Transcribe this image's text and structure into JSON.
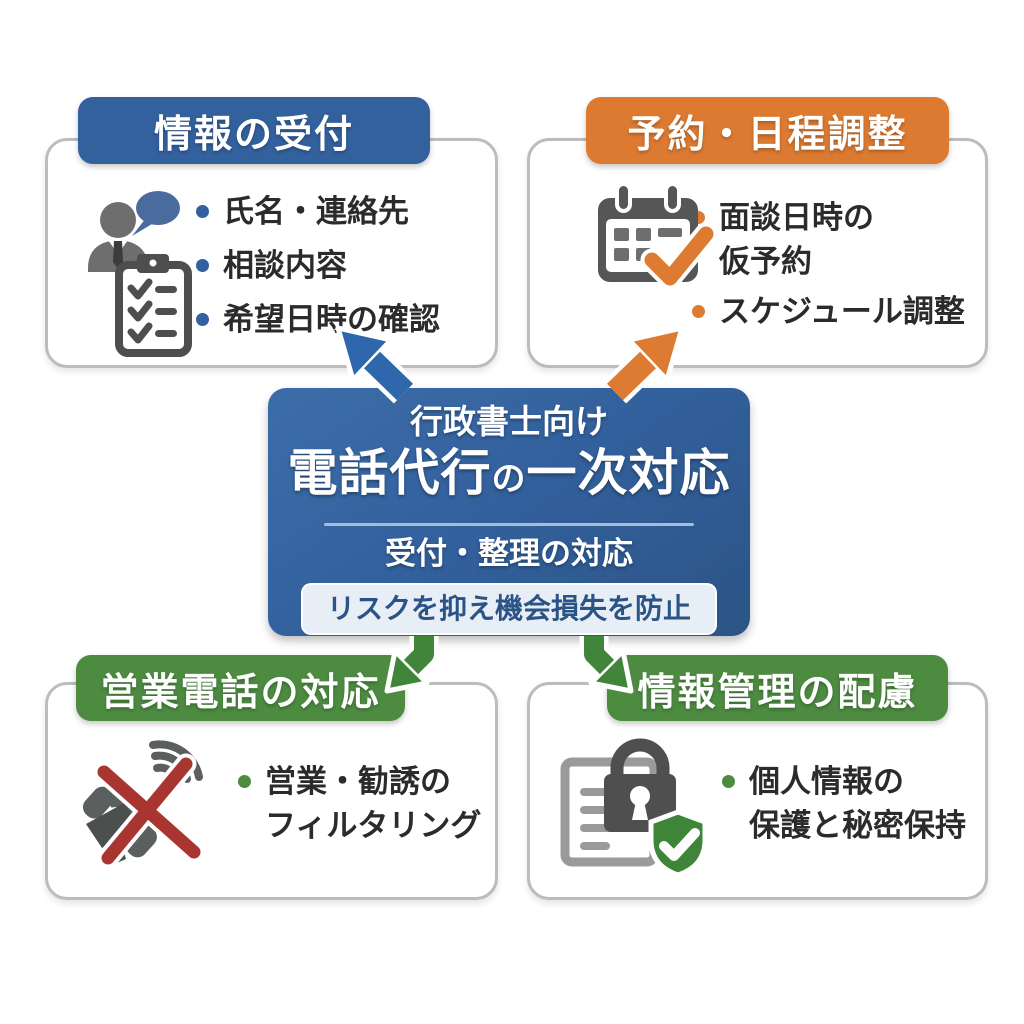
{
  "center": {
    "audience": "行政書士向け",
    "title_main": "電話代行",
    "title_particle": "の",
    "title_tail": "一次対応",
    "subtitle": "受付・整理の対応",
    "badge": "リスクを抑え機会損失を防止"
  },
  "cards": [
    {
      "header": "情報の受付",
      "accent": "#33619e",
      "icon": "person-consult-clipboard-icon",
      "bullets": [
        "氏名・連絡先",
        "相談内容",
        "希望日時の確認"
      ]
    },
    {
      "header": "予約・日程調整",
      "accent": "#dc7a31",
      "icon": "calendar-check-icon",
      "bullets": [
        "面談日時の\n仮予約",
        "スケジュール調整"
      ]
    },
    {
      "header": "営業電話の対応",
      "accent": "#4d8b41",
      "icon": "blocked-sales-call-icon",
      "bullets": [
        "営業・勧誘の\nフィルタリング"
      ]
    },
    {
      "header": "情報管理の配慮",
      "accent": "#4d8b41",
      "icon": "privacy-protection-icon",
      "bullets": [
        "個人情報の\n保護と秘密保持"
      ]
    }
  ],
  "colors": {
    "blue": "#33619e",
    "orange": "#dc7a31",
    "green": "#4d8b41",
    "red": "#a93530",
    "center_gradient_top": "#3d6da8",
    "center_gradient_bottom": "#2b5486",
    "badge_bg": "#e8eef6",
    "badge_text": "#2b5486",
    "card_border": "#bcbcbc",
    "body_text": "#2b2b2b",
    "icon_gray": "#5b5f5e"
  }
}
